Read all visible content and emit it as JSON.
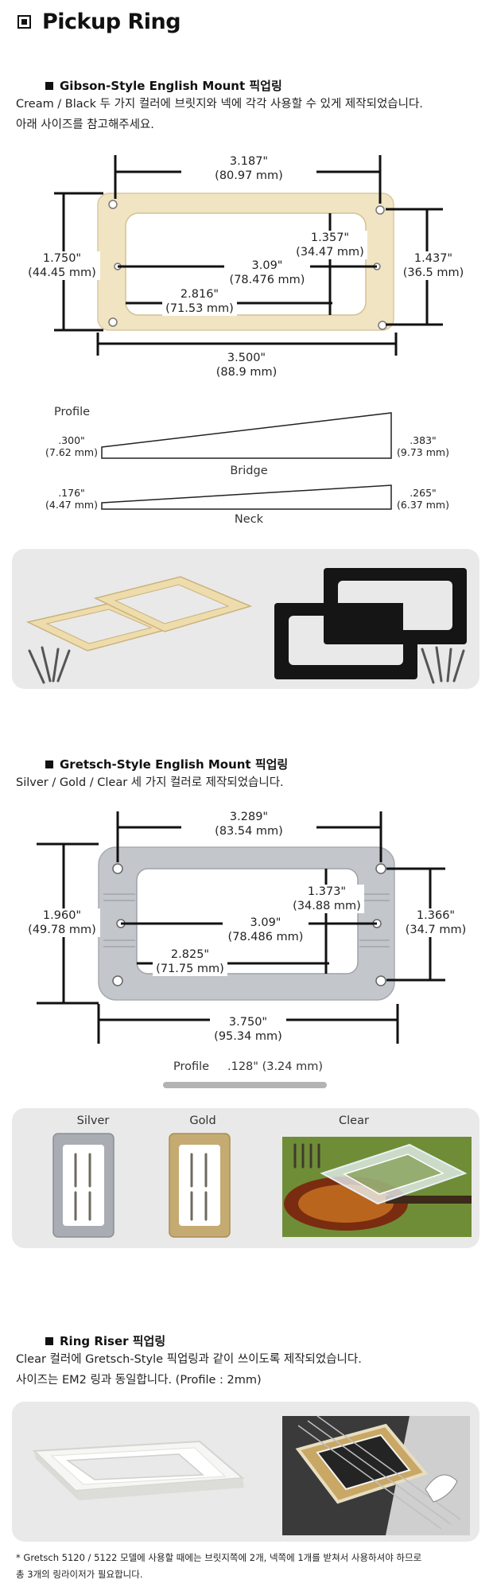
{
  "page": {
    "title": "Pickup Ring"
  },
  "gibson": {
    "title": "Gibson-Style English Mount 픽업링",
    "desc1": "Cream / Black 두 가지 컬러에 브릿지와 넥에 각각 사용할 수 있게 제작되었습니다.",
    "desc2": "아래 사이즈를 참고해주세요.",
    "dims": {
      "top_in": "3.187\"",
      "top_mm": "(80.97 mm)",
      "left_in": "1.750\"",
      "left_mm": "(44.45 mm)",
      "inner_h_in": "1.357\"",
      "inner_h_mm": "(34.47 mm)",
      "screw_in": "3.09\"",
      "screw_mm": "(78.476 mm)",
      "right_in": "1.437\"",
      "right_mm": "(36.5 mm)",
      "inner_w_in": "2.816\"",
      "inner_w_mm": "(71.53 mm)",
      "bottom_in": "3.500\"",
      "bottom_mm": "(88.9 mm)"
    },
    "profile": {
      "label": "Profile",
      "bridge_label": "Bridge",
      "bridge_left_in": ".300\"",
      "bridge_left_mm": "(7.62 mm)",
      "bridge_right_in": ".383\"",
      "bridge_right_mm": "(9.73 mm)",
      "neck_label": "Neck",
      "neck_left_in": ".176\"",
      "neck_left_mm": "(4.47 mm)",
      "neck_right_in": ".265\"",
      "neck_right_mm": "(6.37 mm)"
    }
  },
  "gretsch": {
    "title": "Gretsch-Style English Mount 픽업링",
    "desc1": "Silver / Gold / Clear 세 가지 컬러로 제작되었습니다.",
    "dims": {
      "top_in": "3.289\"",
      "top_mm": "(83.54 mm)",
      "left_in": "1.960\"",
      "left_mm": "(49.78 mm)",
      "inner_h_in": "1.373\"",
      "inner_h_mm": "(34.88 mm)",
      "screw_in": "3.09\"",
      "screw_mm": "(78.486 mm)",
      "right_in": "1.366\"",
      "right_mm": "(34.7 mm)",
      "inner_w_in": "2.825\"",
      "inner_w_mm": "(71.75 mm)",
      "bottom_in": "3.750\"",
      "bottom_mm": "(95.34 mm)"
    },
    "profile_label": "Profile",
    "profile_value": ".128\" (3.24 mm)",
    "colors": {
      "silver": "Silver",
      "gold": "Gold",
      "clear": "Clear"
    }
  },
  "riser": {
    "title": "Ring Riser 픽업링",
    "desc1": "Clear 컬러에 Gretsch-Style 픽업링과 같이 쓰이도록 제작되었습니다.",
    "desc2": "사이즈는 EM2 링과 동일합니다. (Profile : 2mm)"
  },
  "footnote": {
    "line1": "* Gretsch 5120 / 5122 모델에 사용할 때에는 브릿지쪽에 2개, 넥쪽에 1개를 받쳐서 사용하셔야 하므로",
    "line2": "총 3개의 링라이저가 필요합니다."
  },
  "colors": {
    "cream": "#f1e4c2",
    "black": "#1a1a1a",
    "silver": "#b9bcc2",
    "gold": "#cbb07a",
    "panel": "#e9e9e9"
  }
}
